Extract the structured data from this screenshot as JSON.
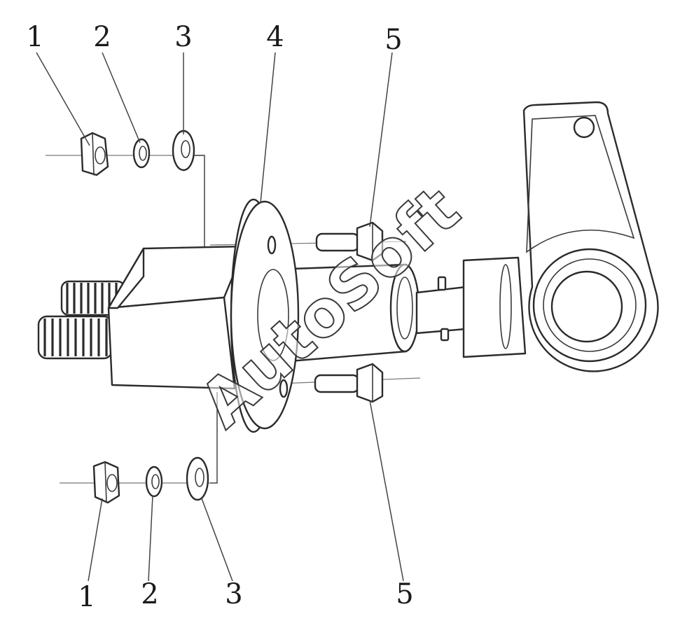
{
  "callouts": {
    "top": [
      "1",
      "2",
      "3",
      "4",
      "5"
    ],
    "bottom": [
      "1",
      "2",
      "3",
      "5"
    ]
  },
  "watermark": "AutoSoft"
}
